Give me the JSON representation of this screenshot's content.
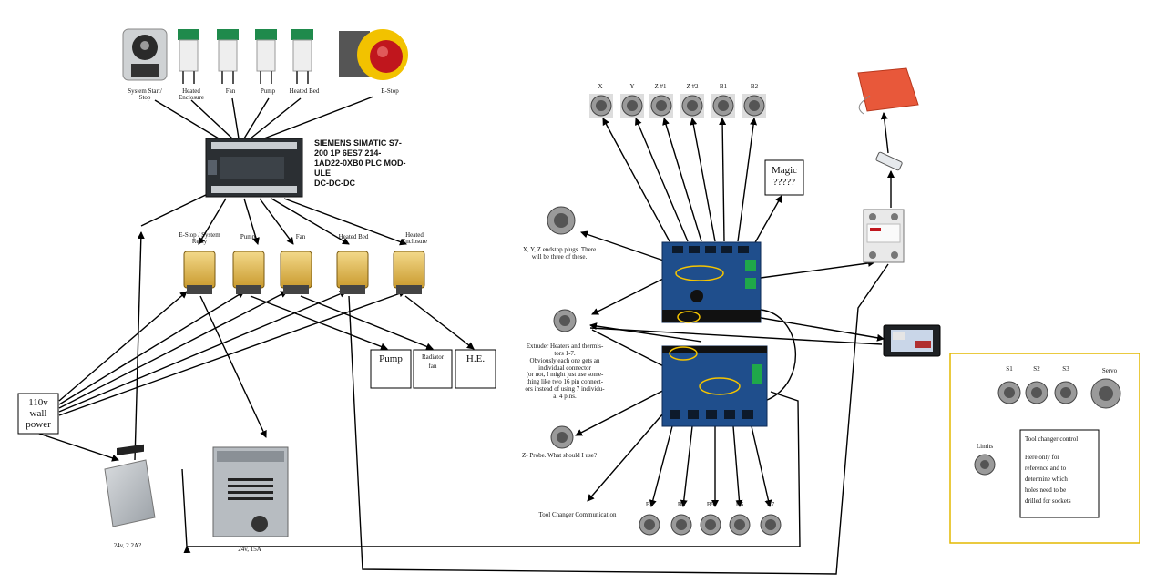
{
  "buttons": [
    {
      "label": "System Start/",
      "label2": "Stop"
    },
    {
      "label": "Heated",
      "label2": "Enclosure"
    },
    {
      "label": "Fan",
      "label2": ""
    },
    {
      "label": "Pump",
      "label2": ""
    },
    {
      "label": "Heated Bed",
      "label2": ""
    },
    {
      "label": "E-Stop",
      "label2": ""
    }
  ],
  "plc": {
    "title_lines": [
      "SIEMENS SIMATIC S7-",
      "200 1P 6ES7 214-",
      "1AD22-0XB0 PLC MOD-",
      "ULE"
    ],
    "subtitle": "DC-DC-DC"
  },
  "relays": [
    {
      "label": "E-Stop / System",
      "label2": "Relay"
    },
    {
      "label": "Pump",
      "label2": ""
    },
    {
      "label": "Fan",
      "label2": ""
    },
    {
      "label": "Heated Bed",
      "label2": ""
    },
    {
      "label": "Heated",
      "label2": "Enclosure"
    }
  ],
  "boxes": {
    "pump": "Pump",
    "radiator": [
      "Radiator",
      "fan"
    ],
    "he": "H.E.",
    "wall": [
      "110v",
      "wall",
      "power"
    ],
    "magic": [
      "Magic",
      "?????"
    ]
  },
  "psu_small_label": "24v, 2.2A?",
  "psu_large_label": "24v, 15A",
  "top_plugs": [
    "X",
    "Y",
    "Z #1",
    "Z #2",
    "B1",
    "B2"
  ],
  "bottom_plugs": [
    "B3",
    "B4",
    "B5",
    "B6",
    "B7"
  ],
  "notes": {
    "endstop": [
      "X, Y, Z endstop plugs. There",
      "will be three of these."
    ],
    "extruder": [
      "Extruder Heaters and thermis-",
      "tors 1-7.",
      "Obviously each one gets an",
      "individual connector",
      "",
      "(or not, I might just use some-",
      "thing like two 16 pin connect-",
      "ors instead of using 7 individu-",
      "al 4 pins."
    ],
    "zprobe": "Z- Probe. What should I use?",
    "toolchanger": "Tool Changer Communication"
  },
  "tool_panel": {
    "plugs": [
      "S1",
      "S2",
      "S3",
      "Servo"
    ],
    "limits": "Limits",
    "note": [
      "Tool changer control",
      "",
      "Here only for",
      "reference and to",
      "determine which",
      "holes need to be",
      "drilled for sockets"
    ]
  }
}
